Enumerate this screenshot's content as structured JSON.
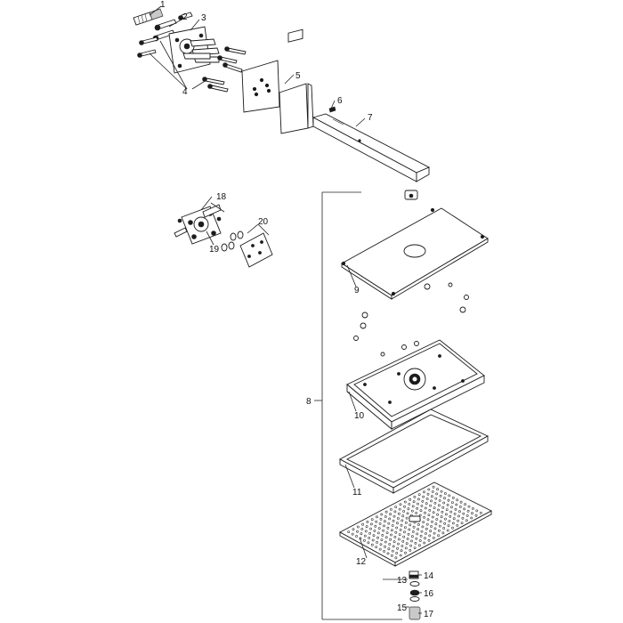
{
  "labels": {
    "p1": "1",
    "p2": "2",
    "p3": "3",
    "p4": "4",
    "p5": "5",
    "p6": "6",
    "p7": "7",
    "p8": "8",
    "p9": "9",
    "p10": "10",
    "p11": "11",
    "p12": "12",
    "p13": "13",
    "p14": "14",
    "p15": "15",
    "p16": "16",
    "p17": "17",
    "p18": "18",
    "p19": "19",
    "p20": "20"
  }
}
